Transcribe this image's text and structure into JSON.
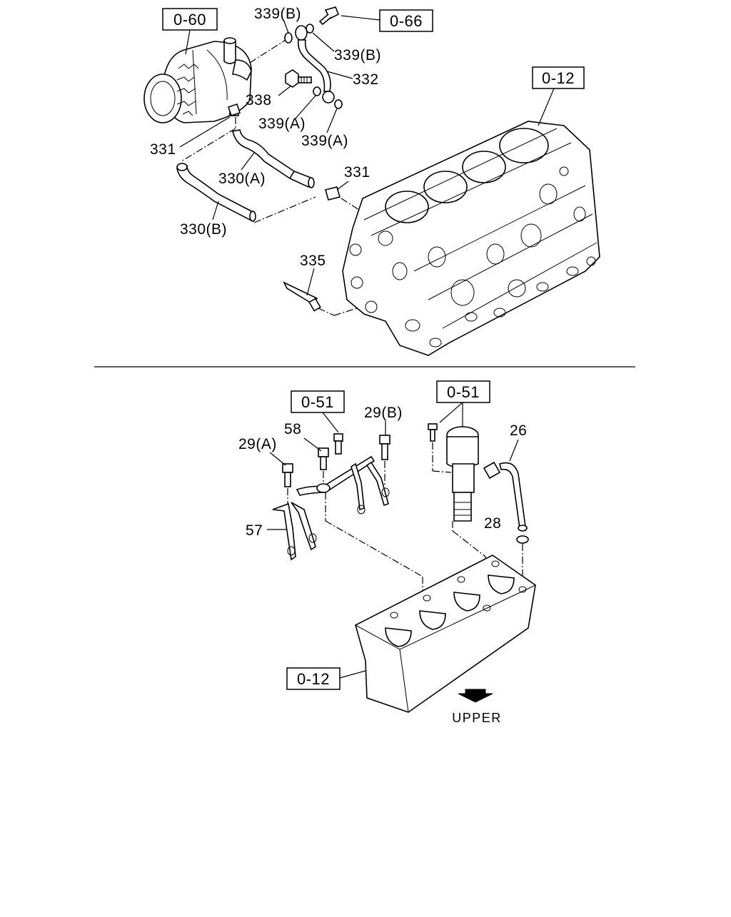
{
  "upper": {
    "ref_boxes": {
      "alternator": "0-60",
      "bolt": "0-66",
      "block": "0-12"
    },
    "labels": {
      "washer_b_top": "339(B)",
      "washer_b_right": "339(B)",
      "pipe": "332",
      "bolt": "338",
      "washer_a_left": "339(A)",
      "washer_a_right": "339(A)",
      "clip_left": "331",
      "clip_right": "331",
      "hose_a": "330(A)",
      "hose_b": "330(B)",
      "pin": "335"
    }
  },
  "lower": {
    "ref_boxes": {
      "jet_group": "0-51",
      "sensor_group": "0-51",
      "block": "0-12"
    },
    "labels": {
      "bolt_b": "29(B)",
      "bolt_58": "58",
      "bolt_a": "29(A)",
      "jet": "57",
      "sensor": "26",
      "seal": "28"
    },
    "direction": "UPPER"
  }
}
